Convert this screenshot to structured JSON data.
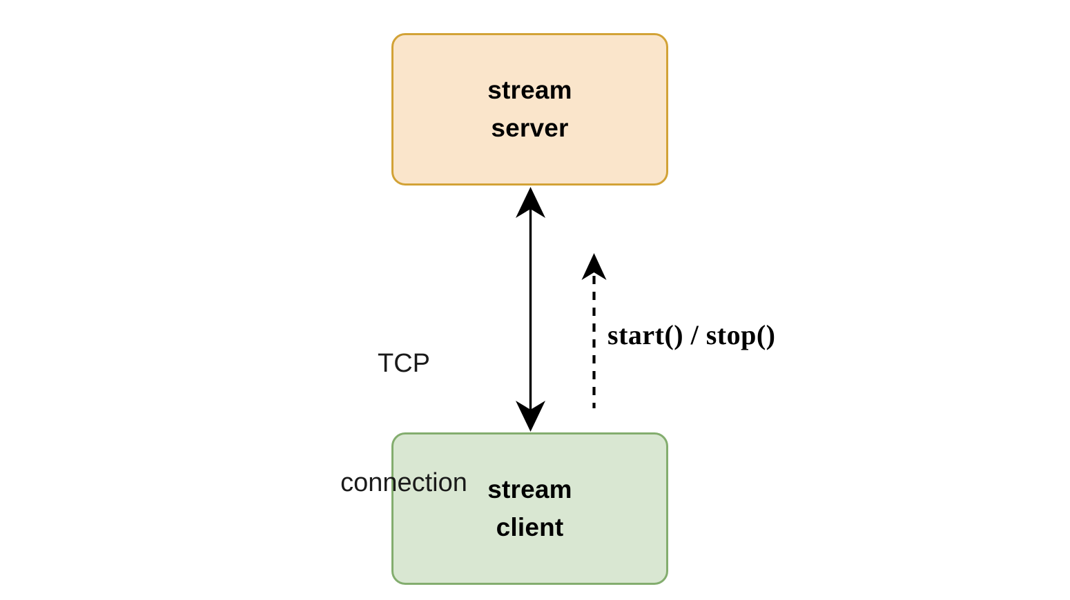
{
  "diagram": {
    "title": "stream server / stream client TCP connection diagram",
    "background_color": "#ffffff",
    "nodes": [
      {
        "id": "stream-server",
        "line1": "stream",
        "line2": "server",
        "fill_color": "#FAE5CB",
        "border_color": "#D2A236"
      },
      {
        "id": "stream-client",
        "line1": "stream",
        "line2": "client",
        "fill_color": "#D9E7D2",
        "border_color": "#83AD6E"
      }
    ],
    "labels": {
      "tcp_line1": "TCP",
      "tcp_line2": "connection",
      "start_stop": "start() / stop()"
    },
    "edges": [
      {
        "id": "tcp-connection-edge",
        "from": "stream-client",
        "to": "stream-server",
        "style": "solid",
        "arrowheads": "both",
        "color": "#000000",
        "label": "TCP connection"
      },
      {
        "id": "start-stop-edge",
        "from": "stream-client",
        "to": "stream-server",
        "style": "dashed",
        "arrowheads": "end",
        "color": "#000000",
        "label": "start() / stop()"
      }
    ]
  }
}
